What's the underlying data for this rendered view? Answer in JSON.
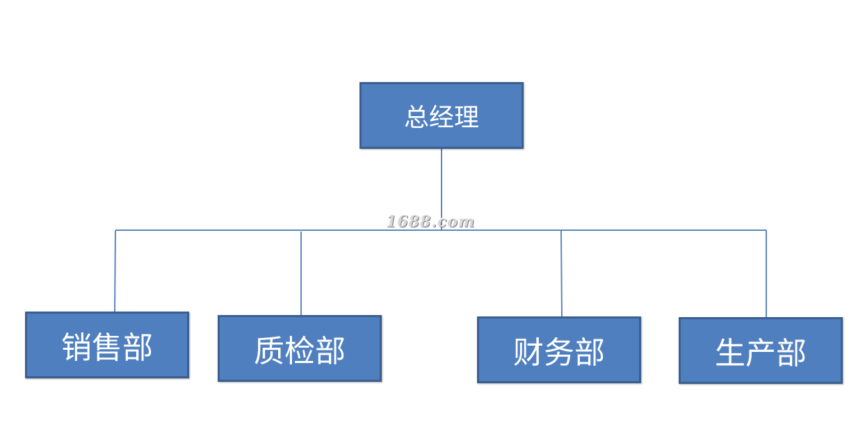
{
  "org_chart": {
    "top": {
      "label": "总经理"
    },
    "departments": [
      {
        "label": "销售部"
      },
      {
        "label": "质检部"
      },
      {
        "label": "财务部"
      },
      {
        "label": "生产部"
      }
    ]
  },
  "watermark": {
    "text": "1688.com"
  },
  "colors": {
    "box_fill": "#4f7fbf",
    "box_border": "#3a5f8f",
    "connector": "#5a86bf",
    "text": "#ffffff"
  }
}
